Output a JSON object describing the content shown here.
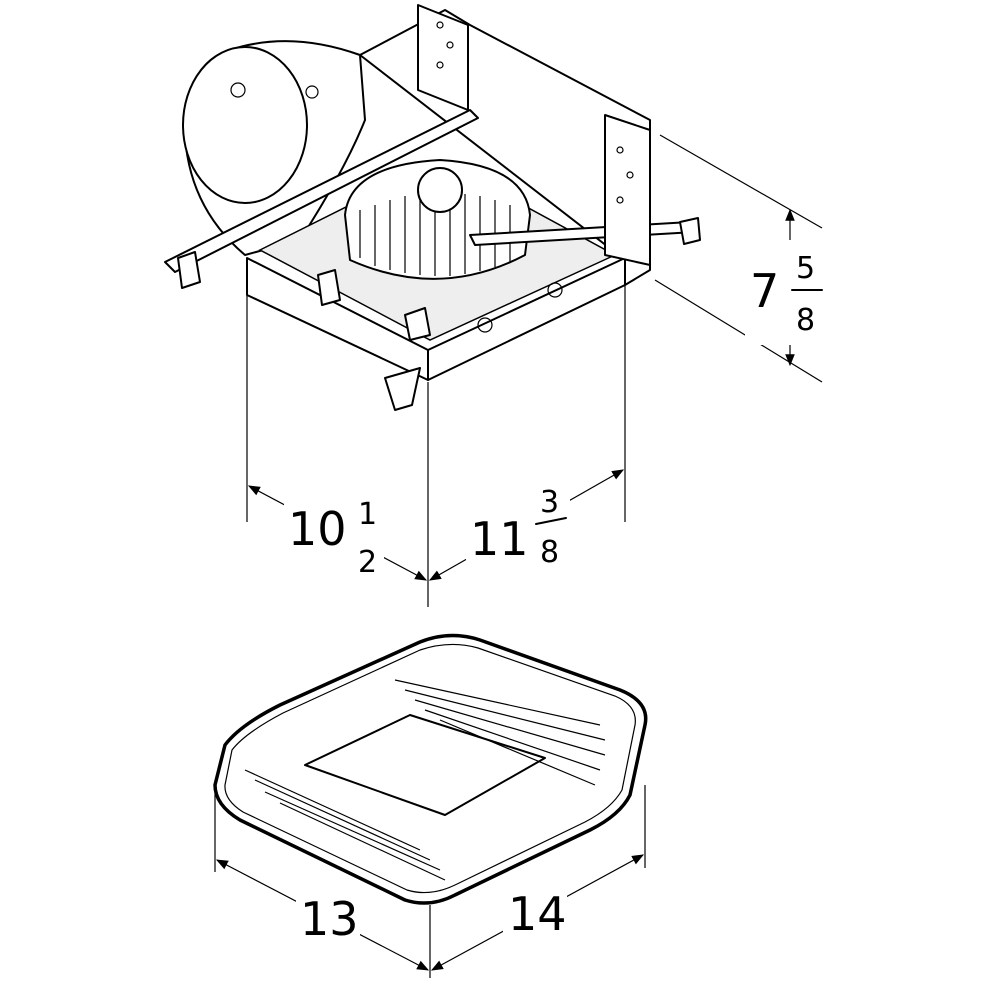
{
  "dimensions": {
    "housing_height": {
      "whole": "7",
      "num": "5",
      "den": "8"
    },
    "housing_depth": {
      "whole": "10",
      "num": "1",
      "den": "2"
    },
    "housing_width": {
      "whole": "11",
      "num": "3",
      "den": "8"
    },
    "grille_depth": {
      "whole": "13"
    },
    "grille_width": {
      "whole": "14"
    }
  }
}
